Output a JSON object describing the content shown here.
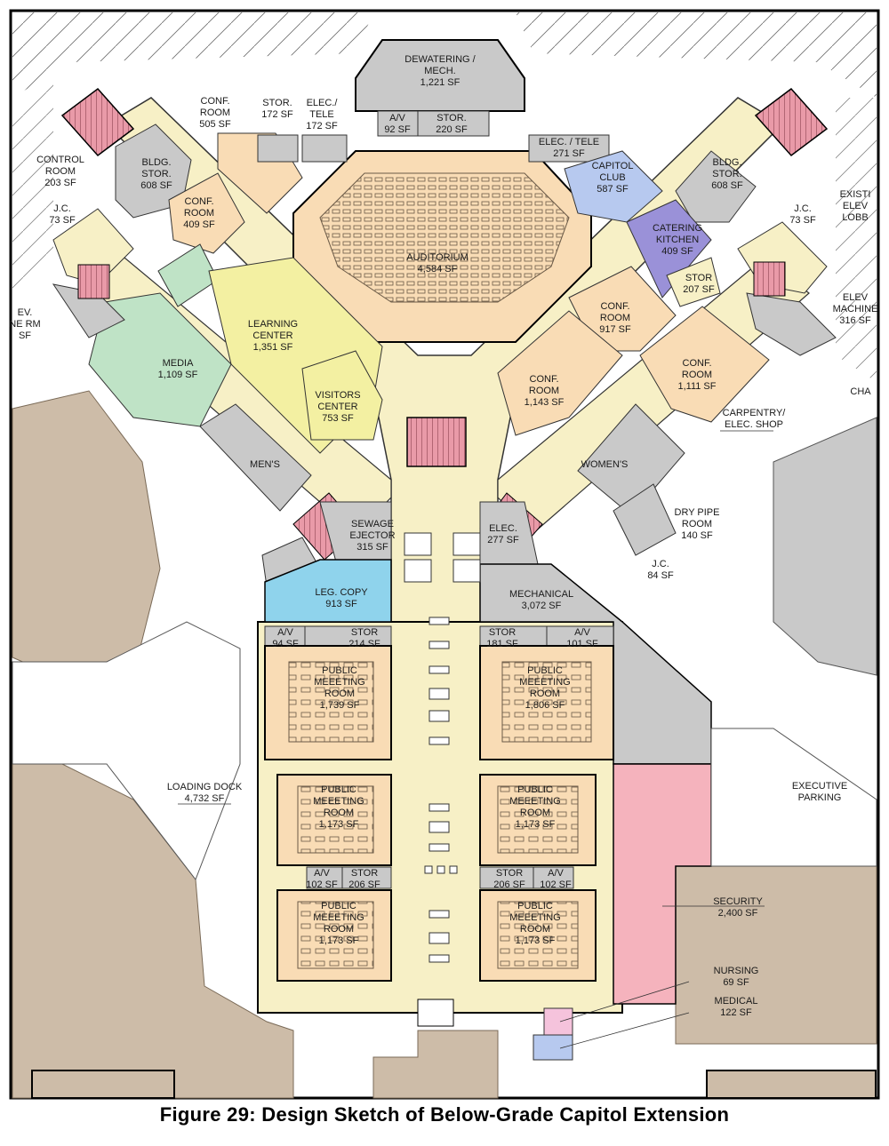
{
  "caption": "Figure 29:  Design Sketch of Below-Grade Capitol Extension",
  "rooms": {
    "dewatering": [
      "DEWATERING /",
      "MECH.",
      "1,221 SF"
    ],
    "av_top": [
      "A/V",
      "92 SF"
    ],
    "stor_top": [
      "STOR.",
      "220 SF"
    ],
    "conf_room_505": [
      "CONF.",
      "ROOM",
      "505 SF"
    ],
    "stor_172": [
      "STOR.",
      "172 SF"
    ],
    "elec_tele_172": [
      "ELEC./",
      "TELE",
      "172 SF"
    ],
    "elec_tele_271": [
      "ELEC. / TELE",
      "271 SF"
    ],
    "control_room": [
      "CONTROL",
      "ROOM",
      "203 SF"
    ],
    "bldg_stor_left": [
      "BLDG.",
      "STOR.",
      "608 SF"
    ],
    "bldg_stor_right": [
      "BLDG.",
      "STOR.",
      "608 SF"
    ],
    "capitol_club": [
      "CAPITOL",
      "CLUB",
      "587 SF"
    ],
    "jc_left": [
      "J.C.",
      "73 SF"
    ],
    "jc_right": [
      "J.C.",
      "73 SF"
    ],
    "existing_elev": [
      "EXISTI",
      "ELEV",
      "LOBB"
    ],
    "conf_409": [
      "CONF.",
      "ROOM",
      "409 SF"
    ],
    "auditorium": [
      "AUDITORIUM",
      "4,584 SF"
    ],
    "catering": [
      "CATERING",
      "KITCHEN",
      "409 SF"
    ],
    "elev_mach_left": [
      "EV.",
      "NE RM",
      "SF"
    ],
    "stor_207": [
      "STOR",
      "207 SF"
    ],
    "elev_mach_right": [
      "ELEV",
      "MACHINE",
      "316 SF"
    ],
    "learning_center": [
      "LEARNING",
      "CENTER",
      "1,351 SF"
    ],
    "conf_917": [
      "CONF.",
      "ROOM",
      "917 SF"
    ],
    "media": [
      "MEDIA",
      "1,109 SF"
    ],
    "conf_1111": [
      "CONF.",
      "ROOM",
      "1,111 SF"
    ],
    "conf_1143": [
      "CONF.",
      "ROOM",
      "1,143 SF"
    ],
    "visitors_center": [
      "VISITORS",
      "CENTER",
      "753 SF"
    ],
    "ch": [
      "CHA"
    ],
    "carpentry": [
      "CARPENTRY/",
      "ELEC. SHOP"
    ],
    "mens": [
      "MEN'S"
    ],
    "womens": [
      "WOMEN'S"
    ],
    "sewage": [
      "SEWAGE",
      "EJECTOR",
      "315 SF"
    ],
    "elec_277": [
      "ELEC.",
      "277 SF"
    ],
    "dry_pipe": [
      "DRY PIPE",
      "ROOM",
      "140 SF"
    ],
    "jc_84": [
      "J.C.",
      "84 SF"
    ],
    "leg_copy": [
      "LEG. COPY",
      "913 SF"
    ],
    "mechanical": [
      "MECHANICAL",
      "3,072 SF"
    ],
    "av_94": [
      "A/V",
      "94 SF"
    ],
    "stor_214": [
      "STOR",
      "214 SF"
    ],
    "stor_181": [
      "STOR",
      "181 SF"
    ],
    "av_101": [
      "A/V",
      "101 SF"
    ],
    "pmr_1739": [
      "PUBLIC",
      "MEEETING",
      "ROOM",
      "1,739 SF"
    ],
    "pmr_1806": [
      "PUBLIC",
      "MEEETING",
      "ROOM",
      "1,806 SF"
    ],
    "loading_dock": [
      "LOADING DOCK",
      "4,732 SF"
    ],
    "pmr_1173_a": [
      "PUBLIC",
      "MEEETING",
      "ROOM",
      "1,173 SF"
    ],
    "pmr_1173_b": [
      "PUBLIC",
      "MEEETING",
      "ROOM",
      "1,173 SF"
    ],
    "executive_parking": [
      "EXECUTIVE",
      "PARKING"
    ],
    "av_102a": [
      "A/V",
      "102 SF"
    ],
    "stor_206a": [
      "STOR",
      "206 SF"
    ],
    "stor_206b": [
      "STOR",
      "206 SF"
    ],
    "av_102b": [
      "A/V",
      "102 SF"
    ],
    "security": [
      "SECURITY",
      "2,400 SF"
    ],
    "pmr_1173_c": [
      "PUBLIC",
      "MEEETING",
      "ROOM",
      "1,173 SF"
    ],
    "pmr_1173_d": [
      "PUBLIC",
      "MEEETING",
      "ROOM",
      "1,173 SF"
    ],
    "nursing": [
      "NURSING",
      "69 SF"
    ],
    "medical": [
      "MEDICAL",
      "122 SF"
    ]
  },
  "colors": {
    "corridor": "#f7f0c6",
    "conference": "#f9dcb5",
    "storage": "#c9c9c9",
    "media": "#bfe3c6",
    "learning": "#f3f0a2",
    "leg_copy": "#8fd3ec",
    "capitol_club": "#b7c9ef",
    "catering": "#9a91d8",
    "security": "#f5b3bd",
    "stair": "#e99aa8",
    "ground": "#cdbca8"
  }
}
